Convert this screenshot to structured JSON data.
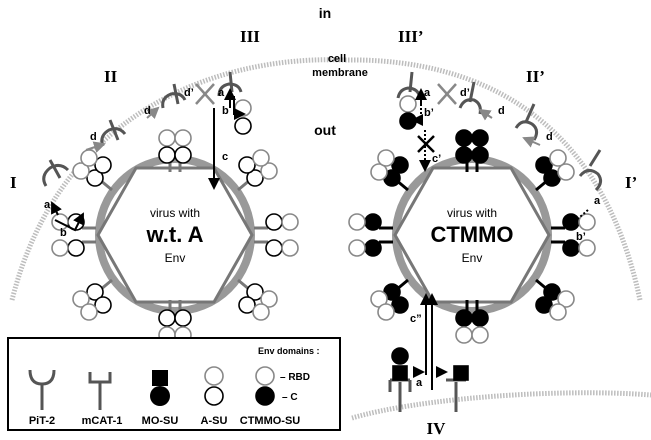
{
  "regions": {
    "inside": "in",
    "outside": "out",
    "membrane": "cell\nmembrane"
  },
  "romans": {
    "I": "I",
    "II": "II",
    "III": "III",
    "I_p": "I’",
    "II_p": "II’",
    "III_p": "III’",
    "IV": "IV"
  },
  "steps": {
    "a": "a",
    "b": "b",
    "c": "c",
    "d": "d",
    "dp": "d’",
    "bp": "b’",
    "cp": "c’",
    "cpp": "c”"
  },
  "virus_left": {
    "line1": "virus with",
    "line2": "w.t. A",
    "line3": "Env"
  },
  "virus_right": {
    "line1": "virus with",
    "line2": "CTMMO",
    "line3": "Env"
  },
  "legend": {
    "header": "Env domains :",
    "rbd": "– RBD",
    "c": "– C",
    "items": [
      "PiT-2",
      "mCAT-1",
      "MO-SU",
      "A-SU",
      "CTMMO-SU"
    ]
  },
  "colors": {
    "membrane": "#9a9a9a",
    "receptor": "#555555",
    "filled": "#000000"
  }
}
